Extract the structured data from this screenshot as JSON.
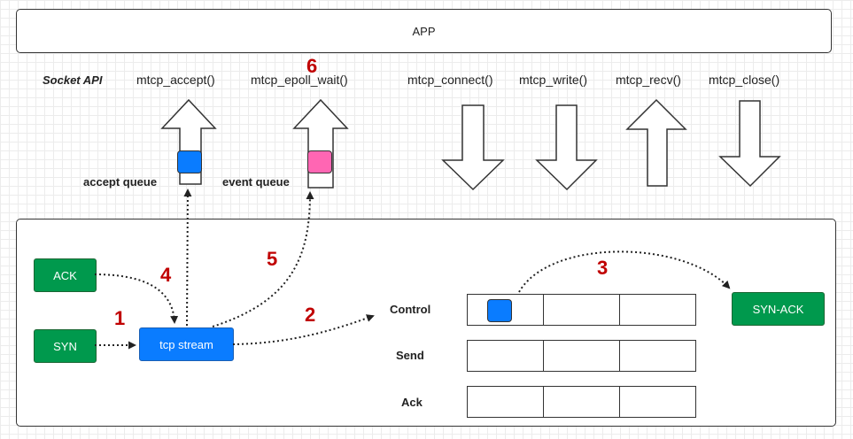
{
  "app": {
    "label": "APP"
  },
  "socket_api": {
    "label": "Socket API",
    "calls": [
      {
        "name": "mtcp_accept()",
        "direction": "up"
      },
      {
        "name": "mtcp_epoll_wait()",
        "direction": "up"
      },
      {
        "name": "mtcp_connect()",
        "direction": "down"
      },
      {
        "name": "mtcp_write()",
        "direction": "down"
      },
      {
        "name": "mtcp_recv()",
        "direction": "up"
      },
      {
        "name": "mtcp_close()",
        "direction": "down"
      }
    ]
  },
  "queues": {
    "accept": {
      "label": "accept queue",
      "item_color": "#0a7cff"
    },
    "event": {
      "label": "event queue",
      "item_color": "#ff66b3"
    }
  },
  "stack": {
    "inputs": {
      "ack": "ACK",
      "syn": "SYN"
    },
    "tcp_stream": "tcp stream",
    "rows": [
      {
        "label": "Control",
        "cells": 3,
        "has_packet": true
      },
      {
        "label": "Send",
        "cells": 3,
        "has_packet": false
      },
      {
        "label": "Ack",
        "cells": 3,
        "has_packet": false
      }
    ],
    "output": "SYN-ACK"
  },
  "steps": [
    "1",
    "2",
    "3",
    "4",
    "5",
    "6"
  ],
  "colors": {
    "green": "#00994d",
    "blue": "#0a7cff",
    "pink": "#ff66b3",
    "step_red": "#c00000"
  }
}
